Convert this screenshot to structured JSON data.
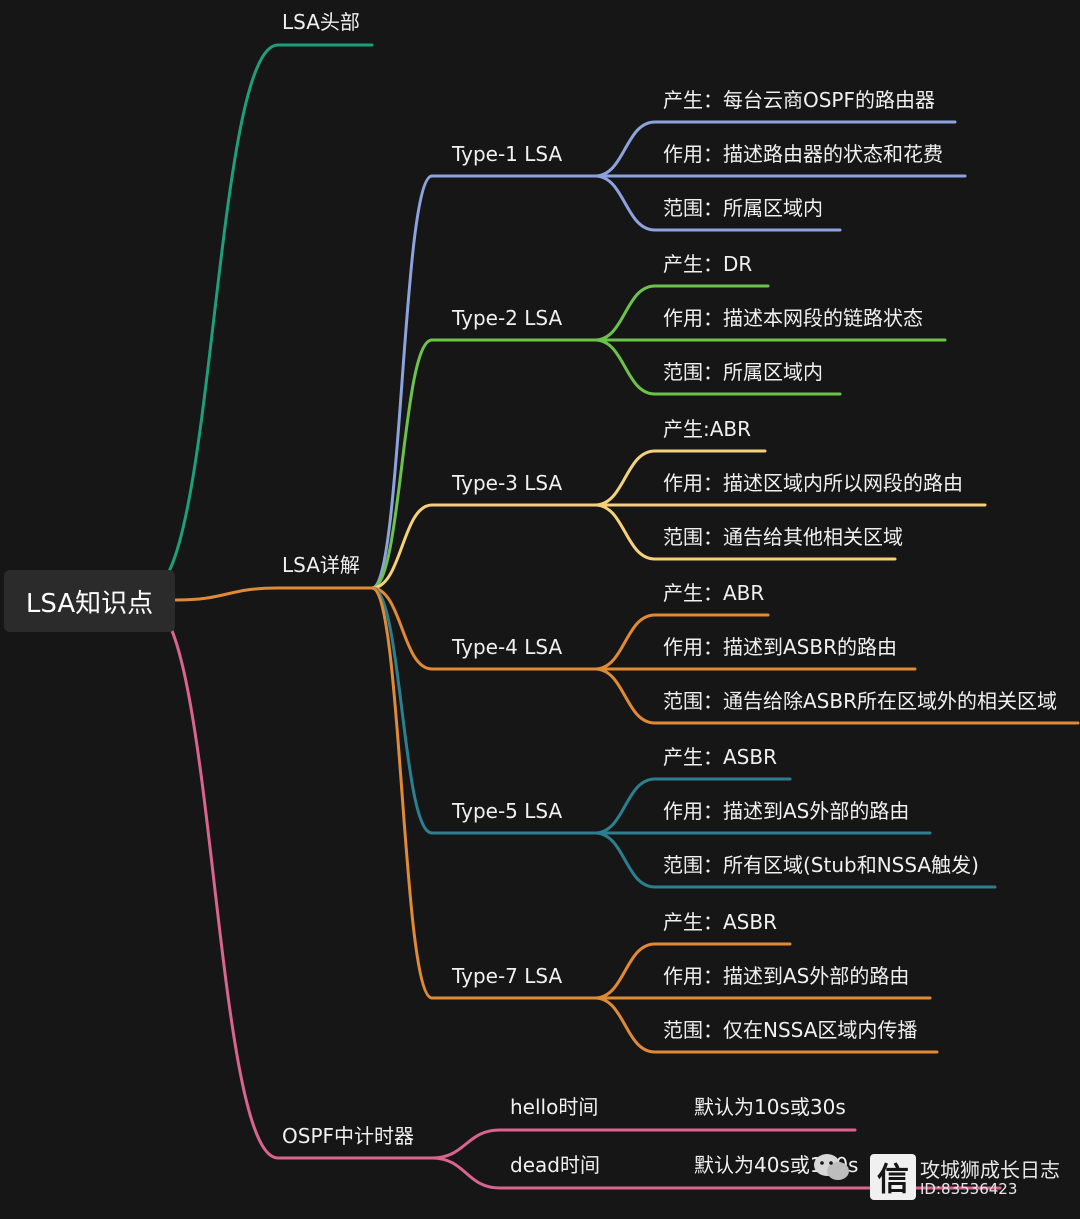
{
  "root": {
    "label": "LSA知识点"
  },
  "branches": {
    "header": {
      "label": "LSA头部"
    },
    "detail": {
      "label": "LSA详解"
    },
    "timers": {
      "label": "OSPF中计时器"
    }
  },
  "lsa_types": [
    {
      "label": "Type-1  LSA",
      "color": "#8ea2dd",
      "items": [
        "产生：每台云商OSPF的路由器",
        "作用：描述路由器的状态和花费",
        "范围：所属区域内"
      ]
    },
    {
      "label": "Type-2  LSA",
      "color": "#6cc24a",
      "items": [
        "产生：DR",
        "作用：描述本网段的链路状态",
        "范围：所属区域内"
      ]
    },
    {
      "label": "Type-3  LSA",
      "color": "#f5d27a",
      "items": [
        "产生:ABR",
        "作用：描述区域内所以网段的路由",
        "范围：通告给其他相关区域"
      ]
    },
    {
      "label": "Type-4  LSA",
      "color": "#e08a36",
      "items": [
        "产生：ABR",
        "作用：描述到ASBR的路由",
        "范围：通告给除ASBR所在区域外的相关区域"
      ]
    },
    {
      "label": "Type-5  LSA",
      "color": "#2c7f8e",
      "items": [
        "产生：ASBR",
        "作用：描述到AS外部的路由",
        "范围：所有区域(Stub和NSSA触发)"
      ]
    },
    {
      "label": "Type-7  LSA",
      "color": "#e08a36",
      "items": [
        "产生：ASBR",
        "作用：描述到AS外部的路由",
        "范围：仅在NSSA区域内传播"
      ]
    }
  ],
  "timers": [
    {
      "label": "hello时间",
      "value": "默认为10s或30s"
    },
    {
      "label": "dead时间",
      "value": "默认为40s或120s"
    }
  ],
  "colors": {
    "background": "#161616",
    "header_branch": "#1f9e7a",
    "detail_branch": "#e08a36",
    "timers_branch": "#d9648f"
  },
  "watermark": {
    "icon": "wechat-icon",
    "name": "攻城狮成长日志",
    "id": "ID:83536423"
  }
}
